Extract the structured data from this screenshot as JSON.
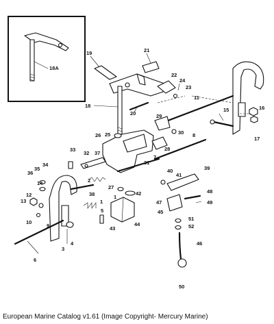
{
  "caption": "European Marine Catalog v1.61 (Image Copyright- Mercury Marine)",
  "callouts": [
    "18A",
    "19",
    "21",
    "22",
    "24",
    "23",
    "18",
    "20",
    "11",
    "16",
    "15",
    "17",
    "29",
    "30",
    "26",
    "25",
    "28",
    "8",
    "33",
    "32",
    "37",
    "34",
    "35",
    "36",
    "7",
    "31",
    "40",
    "41",
    "39",
    "12",
    "13",
    "14",
    "2",
    "27",
    "42",
    "48",
    "49",
    "47",
    "45",
    "38",
    "1",
    "5",
    "10",
    "9",
    "3",
    "4",
    "43",
    "44",
    "51",
    "52",
    "46",
    "6",
    "50",
    "1"
  ]
}
